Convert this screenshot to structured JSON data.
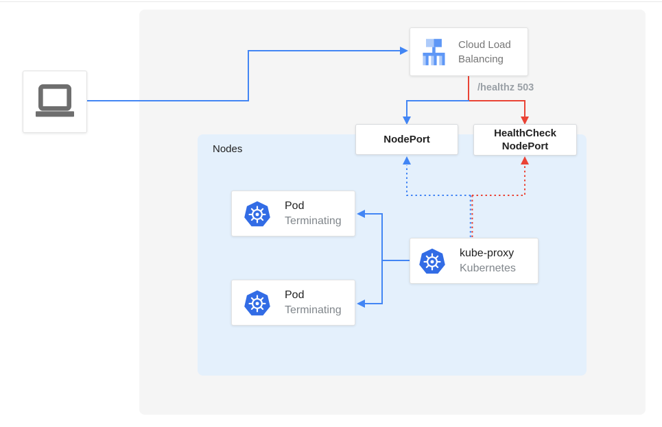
{
  "diagram": {
    "nodes_group": {
      "label": "Nodes"
    },
    "client": {
      "name": "laptop"
    },
    "cloud_load_balancing": {
      "title": "Cloud Load Balancing"
    },
    "edge_label": "/healthz 503",
    "nodeport": {
      "label": "NodePort"
    },
    "healthcheck_nodeport": {
      "label": "HealthCheck NodePort"
    },
    "pods": [
      {
        "title": "Pod",
        "status": "Terminating"
      },
      {
        "title": "Pod",
        "status": "Terminating"
      }
    ],
    "kube_proxy": {
      "title": "kube-proxy",
      "subtitle": "Kubernetes"
    }
  },
  "colors": {
    "blue": "#4285F4",
    "red": "#EA4335",
    "panel_bg": "#F5F5F5",
    "nodes_bg": "#E4F0FC",
    "text_dark": "#212121",
    "text_gray": "#80868B",
    "edge_label_gray": "#9AA0A6",
    "k8s_blue": "#326CE5",
    "icon_gray": "#6E6E6E",
    "clb_light_blue": "#AECBFA",
    "clb_mid_blue": "#5E97F6"
  }
}
